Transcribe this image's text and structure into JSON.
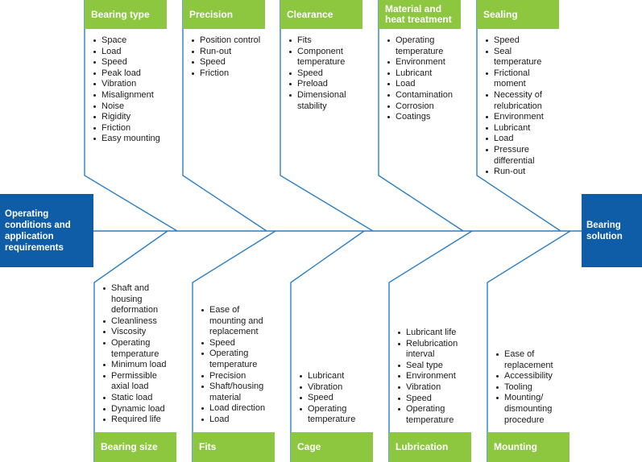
{
  "colors": {
    "header_green": "#8dc63f",
    "side_blue": "#0f5ca7",
    "line_blue": "#2a7fc4",
    "text": "#1b1b1b"
  },
  "left_box": {
    "label": "Operating\nconditions and\napplication\nrequirements"
  },
  "right_box": {
    "label": "Bearing\nsolution"
  },
  "top_categories": [
    {
      "title": "Bearing type",
      "items": [
        "Space",
        "Load",
        "Speed",
        "Peak load",
        "Vibration",
        "Misalignment",
        "Noise",
        "Rigidity",
        "Friction",
        "Easy mounting"
      ]
    },
    {
      "title": "Precision",
      "items": [
        "Position control",
        "Run-out",
        "Speed",
        "Friction"
      ]
    },
    {
      "title": "Clearance",
      "items": [
        "Fits",
        "Component temperature",
        "Speed",
        "Preload",
        "Dimensional stability"
      ]
    },
    {
      "title": "Material and heat treatment",
      "items": [
        "Operating temperature",
        "Environment",
        "Lubricant",
        "Load",
        "Contamination",
        "Corrosion",
        "Coatings"
      ]
    },
    {
      "title": "Sealing",
      "items": [
        "Speed",
        "Seal temperature",
        "Frictional moment",
        "Necessity of relubrication",
        "Environment",
        "Lubricant",
        "Load",
        "Pressure differential",
        "Run-out"
      ]
    }
  ],
  "bottom_categories": [
    {
      "title": "Bearing size",
      "items": [
        "Shaft and housing deformation",
        "Cleanliness",
        "Viscosity",
        "Operating temperature",
        "Minimum load",
        "Permissible axial load",
        "Static load",
        "Dynamic load",
        "Required life"
      ]
    },
    {
      "title": "Fits",
      "items": [
        "Ease of mounting and replacement",
        "Speed",
        "Operating temperature",
        "Precision",
        "Shaft/housing material",
        "Load direction",
        "Load"
      ]
    },
    {
      "title": "Cage",
      "items": [
        "Lubricant",
        "Vibration",
        "Speed",
        "Operating temperature"
      ]
    },
    {
      "title": "Lubrication",
      "items": [
        "Lubricant life",
        "Relubrication interval",
        "Seal type",
        "Environment",
        "Vibration",
        "Speed",
        "Operating temperature"
      ]
    },
    {
      "title": "Mounting",
      "items": [
        "Ease of replacement",
        "Accessibility",
        "Tooling",
        "Mounting/ dismounting procedure"
      ]
    }
  ]
}
